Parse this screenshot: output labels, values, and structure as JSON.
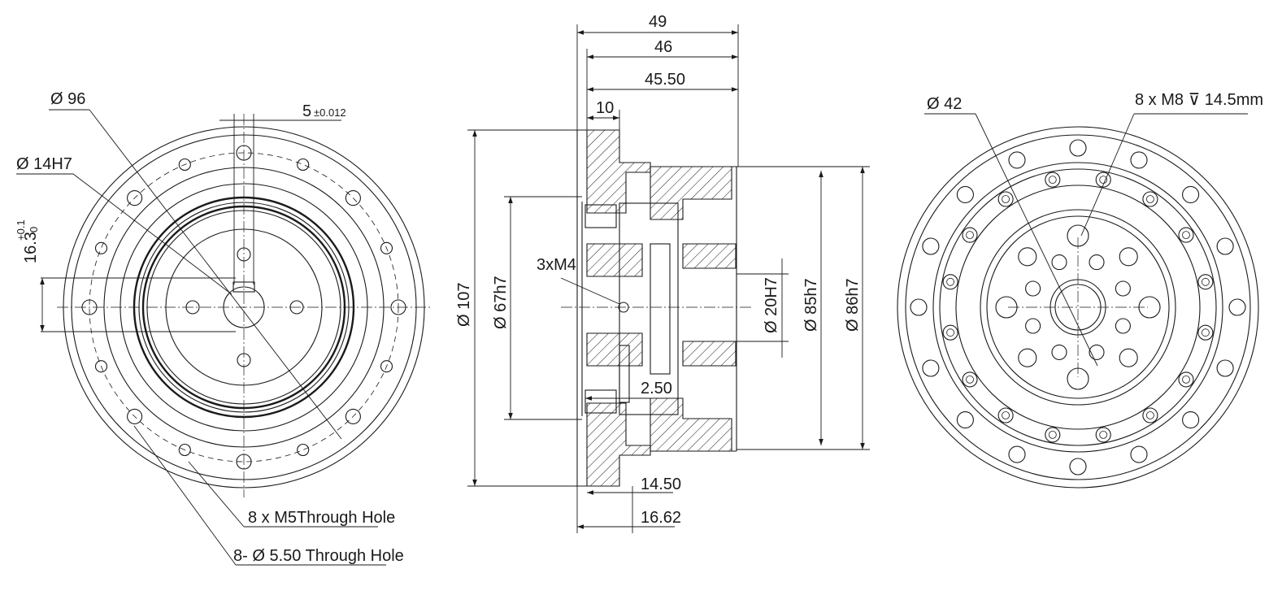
{
  "left_view": {
    "d96": "Ø 96",
    "d14": "Ø 14H7",
    "key_width": "5",
    "key_tol": "±0.012",
    "height": "16.3",
    "height_tol_upper": "+0.1",
    "height_tol_lower": "0",
    "m5_holes": "8 x  M5Through Hole",
    "thru_holes": "8- Ø 5.50 Through Hole"
  },
  "mid_view": {
    "len49": "49",
    "len46": "46",
    "len4550": "45.50",
    "len10": "10",
    "d107": "Ø 107",
    "d67": "Ø 67h7",
    "m4": "3xM4",
    "len250": "2.50",
    "len1450": "14.50",
    "len1662": "16.62",
    "d20": "Ø 20H7",
    "d85": "Ø 85h7",
    "d86": "Ø 86h7"
  },
  "right_view": {
    "d42": "Ø 42",
    "m8": "8 x  M8 ⊽ 14.5mm"
  }
}
